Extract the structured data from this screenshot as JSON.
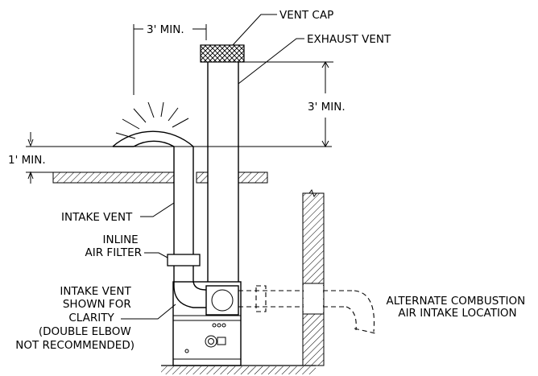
{
  "labels": {
    "vent_cap": "VENT CAP",
    "exhaust_vent": "EXHAUST VENT",
    "dim_3_min_horizontal": "3' MIN.",
    "dim_3_min_vertical": "3' MIN.",
    "dim_1_min": "1' MIN.",
    "intake_vent": "INTAKE VENT",
    "inline_air_filter": [
      "INLINE",
      "AIR FILTER"
    ],
    "intake_vent_clarity": [
      "INTAKE VENT",
      "SHOWN FOR",
      "CLARITY",
      "(DOUBLE ELBOW",
      "NOT RECOMMENDED)"
    ],
    "alternate_combustion": [
      "ALTERNATE COMBUSTION",
      "AIR INTAKE LOCATION"
    ]
  }
}
